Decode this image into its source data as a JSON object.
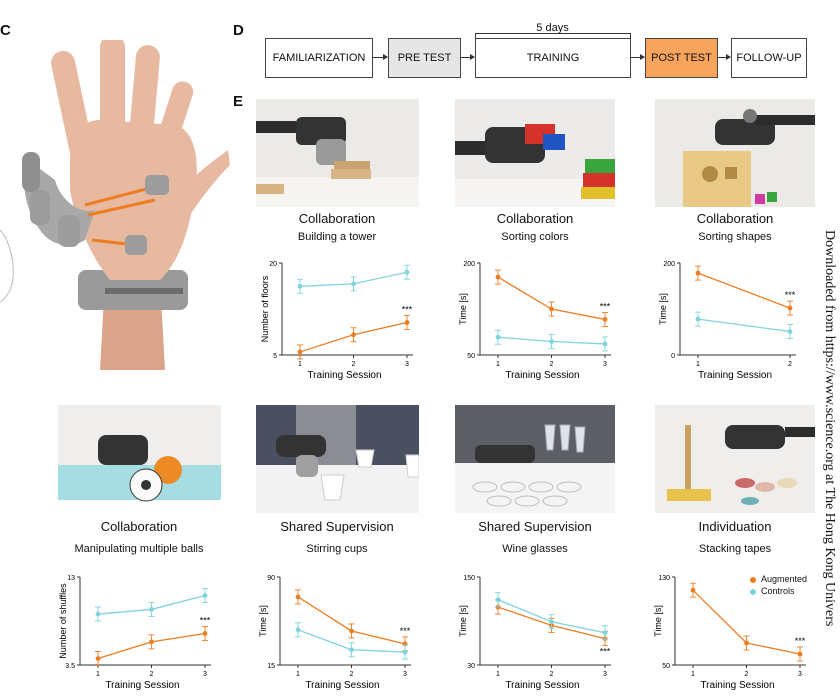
{
  "panels": {
    "c": "C",
    "d": "D",
    "e": "E"
  },
  "timeline": {
    "days_label": "5 days",
    "stages": [
      "FAMILIARIZATION",
      "PRE TEST",
      "TRAINING",
      "POST TEST",
      "FOLLOW-UP"
    ]
  },
  "colors": {
    "augmented": "#ee7d22",
    "controls": "#7fd3dc",
    "pretest": "#e6e6e6",
    "posttest": "#f8a45c"
  },
  "side_text": "Downloaded from https://www.science.org at The Hong Kong Univers",
  "tasks": [
    {
      "title": "Collaboration",
      "subtitle": "Building a tower"
    },
    {
      "title": "Collaboration",
      "subtitle": "Sorting colors"
    },
    {
      "title": "Collaboration",
      "subtitle": "Sorting shapes"
    },
    {
      "title": "Collaboration",
      "subtitle": "Manipulating multiple balls"
    },
    {
      "title": "Shared Supervision",
      "subtitle": "Stirring cups"
    },
    {
      "title": "Shared Supervision",
      "subtitle": "Wine glasses"
    },
    {
      "title": "Individuation",
      "subtitle": "Stacking tapes"
    }
  ],
  "legend": {
    "augmented": "Augmented",
    "controls": "Controls"
  },
  "chart_data": [
    {
      "type": "line",
      "ylabel": "Number of floors",
      "xlabel": "Training Session",
      "x": [
        1,
        2,
        3
      ],
      "ylim": [
        5,
        20
      ],
      "yticks": [
        5,
        20
      ],
      "series": [
        {
          "name": "Augmented",
          "values": [
            5.5,
            8.3,
            10.3
          ]
        },
        {
          "name": "Controls",
          "values": [
            16.2,
            16.6,
            18.5
          ]
        }
      ],
      "annotation": "***"
    },
    {
      "type": "line",
      "ylabel": "Time [s]",
      "xlabel": "Training Session",
      "x": [
        1,
        2,
        3
      ],
      "ylim": [
        50,
        200
      ],
      "yticks": [
        50,
        200
      ],
      "series": [
        {
          "name": "Augmented",
          "values": [
            177,
            125,
            108
          ]
        },
        {
          "name": "Controls",
          "values": [
            79,
            72,
            68
          ]
        }
      ],
      "annotation": "***"
    },
    {
      "type": "line",
      "ylabel": "Time [s]",
      "xlabel": "Training Session",
      "x": [
        1,
        2
      ],
      "ylim": [
        0,
        200
      ],
      "yticks": [
        0,
        200
      ],
      "series": [
        {
          "name": "Augmented",
          "values": [
            178,
            102
          ]
        },
        {
          "name": "Controls",
          "values": [
            78,
            51
          ]
        }
      ],
      "annotation": "***"
    },
    {
      "type": "line",
      "ylabel": "Number of shuffles",
      "xlabel": "Training Session",
      "x": [
        1,
        2,
        3
      ],
      "ylim": [
        3.5,
        13.0
      ],
      "yticks": [
        3.5,
        13.0
      ],
      "series": [
        {
          "name": "Augmented",
          "values": [
            4.2,
            6.0,
            6.9
          ]
        },
        {
          "name": "Controls",
          "values": [
            9.0,
            9.5,
            11.0
          ]
        }
      ],
      "annotation": "***"
    },
    {
      "type": "line",
      "ylabel": "Time [s]",
      "xlabel": "Training Session",
      "x": [
        1,
        2,
        3
      ],
      "ylim": [
        15,
        90
      ],
      "yticks": [
        15,
        90
      ],
      "series": [
        {
          "name": "Augmented",
          "values": [
            73,
            44,
            33
          ]
        },
        {
          "name": "Controls",
          "values": [
            45,
            28,
            26
          ]
        }
      ],
      "annotation": "***"
    },
    {
      "type": "line",
      "ylabel": "Time [s]",
      "xlabel": "Training Session",
      "x": [
        1,
        2,
        3
      ],
      "ylim": [
        30,
        150
      ],
      "yticks": [
        30,
        150
      ],
      "series": [
        {
          "name": "Augmented",
          "values": [
            109,
            84,
            66
          ]
        },
        {
          "name": "Controls",
          "values": [
            119,
            89,
            74
          ]
        }
      ],
      "annotation": "***"
    },
    {
      "type": "line",
      "ylabel": "Time [s]",
      "xlabel": "Training Session",
      "x": [
        1,
        2,
        3
      ],
      "ylim": [
        50,
        130
      ],
      "yticks": [
        50,
        130
      ],
      "series": [
        {
          "name": "Augmented",
          "values": [
            118,
            70,
            60
          ]
        },
        {
          "name": "Controls",
          "values": []
        }
      ],
      "annotation": "***"
    }
  ]
}
